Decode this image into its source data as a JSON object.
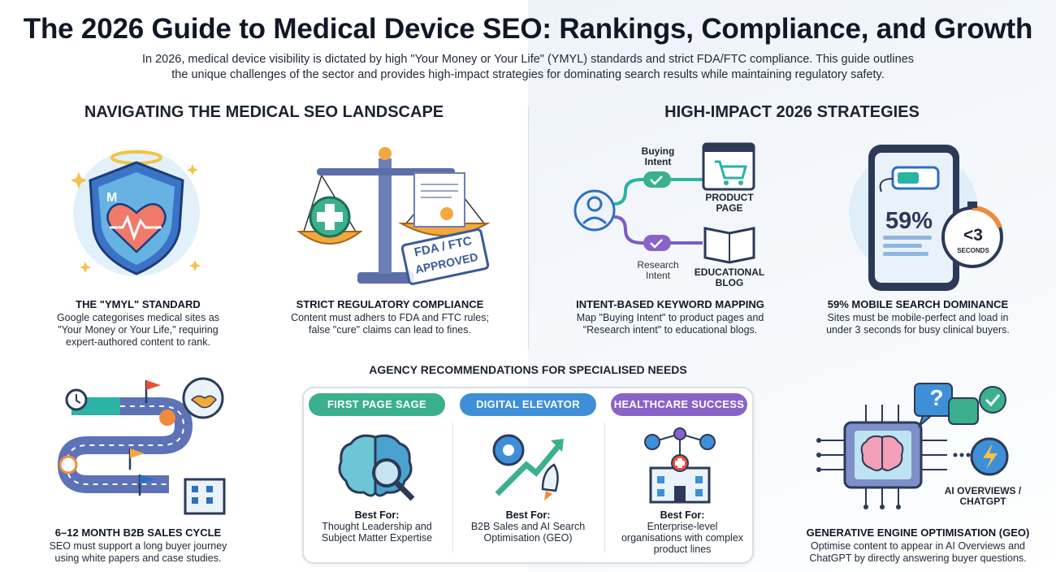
{
  "title": "The 2026 Guide to Medical Device SEO: Rankings, Compliance, and Growth",
  "intro": {
    "line1": "In 2026, medical device visibility is dictated by high \"Your Money or Your Life\" (YMYL) standards and strict FDA/FTC compliance. This guide outlines",
    "line2": "the unique challenges of the sector and provides high-impact strategies for dominating search results while maintaining regulatory safety."
  },
  "left_section": {
    "heading": "NAVIGATING THE MEDICAL SEO LANDSCAPE",
    "cards": [
      {
        "title": "THE \"YMYL\" STANDARD",
        "desc": [
          "Google categorises medical sites as",
          "\"Your Money or Your Life,\" requiring",
          "expert-authored content to rank."
        ]
      },
      {
        "title": "STRICT REGULATORY COMPLIANCE",
        "desc": [
          "Content must adhers to FDA and FTC rules;",
          "false \"cure\" claims can lead to fines."
        ]
      },
      {
        "title": "6–12 MONTH B2B SALES CYCLE",
        "desc": [
          "SEO must support a long buyer journey",
          "using white papers and case studies."
        ]
      }
    ],
    "stamp": [
      "FDA / FTC",
      "APPROVED"
    ]
  },
  "right_section": {
    "heading": "HIGH-IMPACT 2026 STRATEGIES",
    "cards": [
      {
        "title": "INTENT-BASED KEYWORD MAPPING",
        "desc": [
          "Map \"Buying Intent\" to product pages and",
          "\"Research intent\" to educational blogs."
        ]
      },
      {
        "title": "59% MOBILE SEARCH DOMINANCE",
        "desc": [
          "Sites must be mobile-perfect and load in",
          "under 3 seconds for busy clinical buyers."
        ]
      },
      {
        "title": "GENERATIVE ENGINE OPTIMISATION (GEO)",
        "desc": [
          "Optimise content to appear in AI Overviews and",
          "ChatGPT by directly answering buyer questions."
        ]
      }
    ],
    "intent_labels": {
      "buying": [
        "Buying",
        "Intent"
      ],
      "research": [
        "Research",
        "Intent"
      ],
      "product": [
        "PRODUCT",
        "PAGE"
      ],
      "educational": [
        "EDUCATIONAL",
        "BLOG"
      ]
    },
    "mobile": {
      "percent": "59%",
      "timer": "<3",
      "timer_unit": "SECONDS"
    },
    "ai_label": [
      "AI OVERVIEWS /",
      "CHATGPT"
    ],
    "question_mark": "?"
  },
  "agency": {
    "heading": "AGENCY RECOMMENDATIONS FOR SPECIALISED NEEDS",
    "items": [
      {
        "name": "FIRST PAGE SAGE",
        "best_for": "Best For:",
        "desc": [
          "Thought Leadership and",
          "Subject Matter Expertise"
        ],
        "color": "#3bb08f"
      },
      {
        "name": "DIGITAL ELEVATOR",
        "best_for": "Best For:",
        "desc": [
          "B2B Sales and AI Search",
          "Optimisation (GEO)"
        ],
        "color": "#3f8fd8"
      },
      {
        "name": "HEALTHCARE SUCCESS",
        "best_for": "Best For:",
        "desc": [
          "Enterprise-level",
          "organisations with complex",
          "product lines"
        ],
        "color": "#8a63c9"
      }
    ]
  },
  "colors": {
    "teal": "#2bb3a3",
    "blue": "#2f6fc0",
    "purple": "#7e5bc7",
    "orange": "#f08a3c",
    "dark": "#1d2433"
  }
}
